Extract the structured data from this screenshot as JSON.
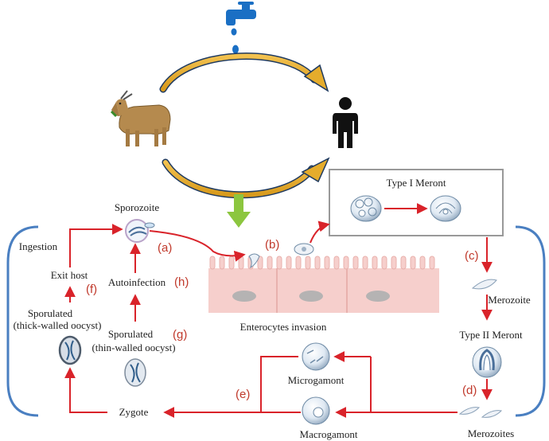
{
  "colors": {
    "arrow_red": "#d9232a",
    "step_label": "#c0392b",
    "cycle_arrow_gold": "#e5ac2c",
    "cycle_arrow_navy": "#1f3a60",
    "down_arrow_green": "#8cc63f",
    "tap_blue": "#1a6fc4",
    "bracket_blue": "#4a7fc1",
    "cell_pink": "#f6cfcc",
    "nucleus_gray": "#b5b3b3"
  },
  "icons": [
    "water-tap-icon",
    "goat-icon",
    "human-icon"
  ],
  "labels": {
    "sporozoite": "Sporozoite",
    "ingestion": "Ingestion",
    "exit_host": "Exit host",
    "autoinfection": "Autoinfection",
    "sporulated_thick_1": "Sporulated",
    "sporulated_thick_2": "(thick-walled oocyst)",
    "sporulated_thin_1": "Sporulated",
    "sporulated_thin_2": "(thin-walled oocyst)",
    "enterocytes_invasion": "Enterocytes invasion",
    "type_one_meront": "Type I Meront",
    "merozoite": "Merozoite",
    "type_two_meront": "Type II Meront",
    "merozoites": "Merozoites",
    "microgamont": "Microgamont",
    "macrogamont": "Macrogamont",
    "zygote": "Zygote"
  },
  "steps": {
    "a": "(a)",
    "b": "(b)",
    "c": "(c)",
    "d": "(d)",
    "e": "(e)",
    "f": "(f)",
    "g": "(g)",
    "h": "(h)"
  }
}
